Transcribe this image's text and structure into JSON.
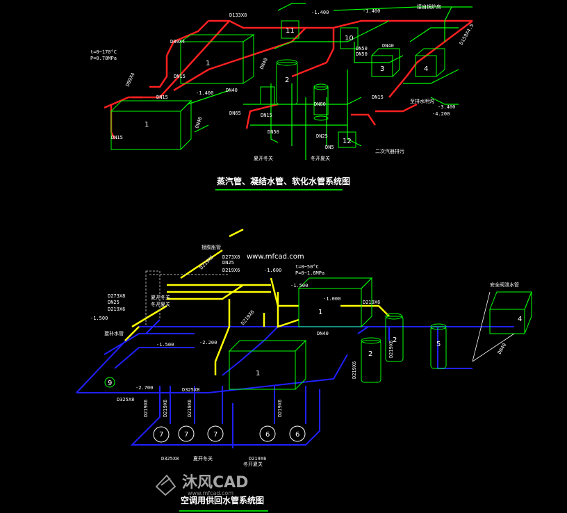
{
  "colors": {
    "background": "#000000",
    "steam": "#ff2020",
    "condensate": "#00ff00",
    "softwater": "#ffff00",
    "chilled": "#2020ff",
    "equipment": "#00ff00",
    "label": "#ffffff",
    "level": "#ffffff",
    "title_underline": "#00cc00"
  },
  "top_diagram": {
    "title": "蒸汽管、凝结水管、软化水管系统图",
    "pipe_labels": {
      "d133x8": "D133X8",
      "d89x4_a": "D89X4",
      "d89x4_b": "D89X4",
      "d159x4_5": "D159X4.5",
      "dn15_1": "DN15",
      "dn15_2": "DN15",
      "dn15_3": "DN15",
      "dn15_4": "DN15",
      "dn15_5": "DN15",
      "dn40_1": "DN40",
      "dn40_2": "DN40",
      "dn40_3": "DN40",
      "dn40_4": "DN40",
      "dn65": "DN65",
      "dn50_1": "DN50",
      "dn50_2": "DN50",
      "dn50_3": "DN50",
      "dn80": "DN80",
      "dn25": "DN25",
      "dn5": "DN5"
    },
    "levels": {
      "l1": "-1.400",
      "l2": "-1.400",
      "l3": "-1.400",
      "l4": "-3.400",
      "l5": "-4.200"
    },
    "equipment_numbers": [
      "1",
      "1",
      "2",
      "3",
      "4",
      "10",
      "11",
      "12"
    ],
    "notes": {
      "steam_params": "t=0~170°C",
      "steam_pressure": "P=0.78MPa",
      "summer": "夏开冬关",
      "winter": "冬开夏关",
      "drain": "二次汽器排污",
      "connect": "接自锅炉房",
      "to_drain": "至排水明沟"
    }
  },
  "bottom_diagram": {
    "title": "空调用供回水管系统图",
    "watermark_url": "www.mfcad.com",
    "pipe_labels": {
      "d273x8_a": "D273X8",
      "d273x8_b": "D273X8",
      "d219x6_a": "D219X6",
      "d219x6_b": "D219X6",
      "d219x6_c": "D219X6",
      "d219x6_d": "D219X6",
      "d219x6_e": "D219X6",
      "d219x6_f": "D219X6",
      "d219x6_g": "D219X6",
      "d219x6_h": "D219X6",
      "d219x6_i": "D219X6",
      "d219x6_j": "D219X6",
      "d219x6_k": "D219X6",
      "d219x6_l": "D219X6",
      "d325x8_a": "D325X8",
      "d325x8_b": "D325X8",
      "d325x8_c": "D325X8",
      "dn25_1": "DN25",
      "dn25_2": "DN25",
      "dn40": "DN40",
      "dn40_2": "DN40"
    },
    "levels": {
      "l1": "-1.500",
      "l2": "-1.600",
      "l3": "-1.500",
      "l4": "-1.000",
      "l5": "-1.500",
      "l6": "-2.200",
      "l7": "-2.700"
    },
    "equipment_numbers": [
      "1",
      "1",
      "2",
      "2",
      "4",
      "5",
      "6",
      "6",
      "7",
      "7",
      "7",
      "9"
    ],
    "notes": {
      "params_t": "t=0~50°C",
      "params_p": "P=0~1.6MPa",
      "expansion": "接膨胀管",
      "safety": "安全阀泄水管",
      "summer_a": "夏开冬关",
      "winter_a": "冬开夏关",
      "summer_b": "夏开冬关",
      "winter_b": "冬开夏关",
      "makeup": "接补水管"
    }
  },
  "brand": {
    "name": "沐风CAD",
    "url": "www.mfcad.com"
  }
}
